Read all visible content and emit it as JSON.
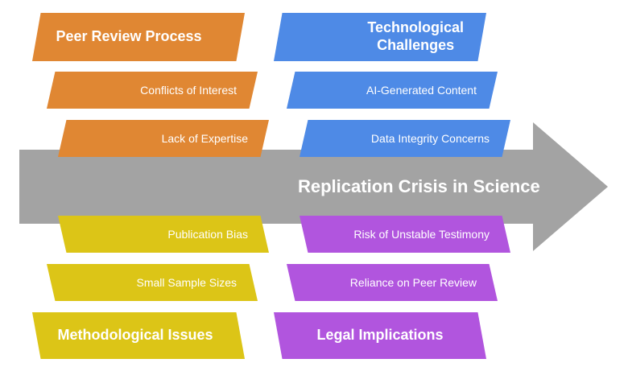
{
  "problem": "Replication Crisis in Science",
  "categories": {
    "peer_review": {
      "label": "Peer Review Process",
      "color": "#E08733",
      "causes": [
        "Conflicts of Interest",
        "Lack of Expertise"
      ]
    },
    "technological": {
      "label": "Technological Challenges",
      "label_lines": [
        "Technological",
        "Challenges"
      ],
      "color": "#4E8AE6",
      "causes": [
        "AI-Generated Content",
        "Data Integrity Concerns"
      ]
    },
    "methodological": {
      "label": "Methodological Issues",
      "color": "#DCC517",
      "causes": [
        "Publication Bias",
        "Small Sample Sizes"
      ]
    },
    "legal": {
      "label": "Legal Implications",
      "color": "#B155DE",
      "causes": [
        "Risk of Unstable Testimony",
        "Reliance on Peer Review"
      ]
    }
  },
  "spine_color": "#A3A3A3"
}
